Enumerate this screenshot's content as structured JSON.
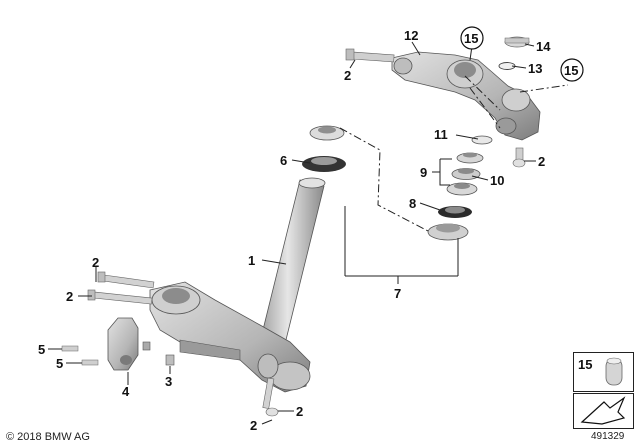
{
  "diagram": {
    "callouts": {
      "c1": "1",
      "c2a": "2",
      "c2b": "2",
      "c2c": "2",
      "c2d": "2",
      "c2e": "2",
      "c2f": "2",
      "c3": "3",
      "c4": "4",
      "c5a": "5",
      "c5b": "5",
      "c6": "6",
      "c7": "7",
      "c8": "8",
      "c9": "9",
      "c10": "10",
      "c11": "11",
      "c12": "12",
      "c13": "13",
      "c14": "14",
      "c15a": "15",
      "c15b": "15"
    },
    "legend_number": "15"
  },
  "footer": {
    "copyright": "© 2018 BMW AG",
    "figure_number": "491329"
  },
  "colors": {
    "part_light": "#d4d4d4",
    "part_mid": "#a9a9a9",
    "part_dark": "#6e6e6e",
    "ink": "#111111"
  }
}
